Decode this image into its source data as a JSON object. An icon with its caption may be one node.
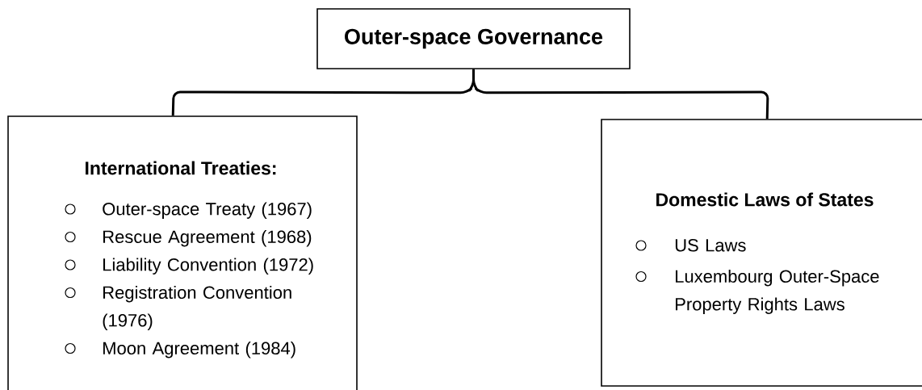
{
  "diagram": {
    "nodes": [
      {
        "text": [
          "Outer-space Governance"
        ]
      },
      {
        "text": [
          "International Treaties:",
          "Outer-space Treaty (1967)",
          "Rescue Agreement (1968)",
          "Liability Convention (1972)",
          "Registration Convention (1976)",
          "Moon Agreement (1984)"
        ]
      },
      {
        "text": [
          "Domestic Laws of States",
          "US Laws",
          "Luxembourg Outer-Space Property Rights Laws"
        ]
      }
    ],
    "edges": [
      {
        "from": 0,
        "to": 1,
        "arrow": "none"
      },
      {
        "from": 0,
        "to": 2,
        "arrow": "none"
      }
    ]
  }
}
